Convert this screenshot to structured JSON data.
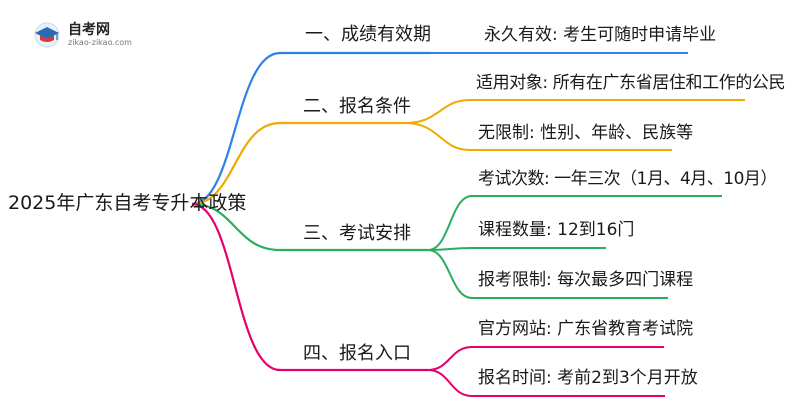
{
  "logo": {
    "title": "自考网",
    "url": "zikao-zikao.com"
  },
  "root": "2025年广东自考专升本政策",
  "branches": [
    {
      "label": "一、成绩有效期",
      "color": "#2f80ed",
      "leaves": [
        "永久有效: 考生可随时申请毕业"
      ]
    },
    {
      "label": "二、报名条件",
      "color": "#f2a900",
      "leaves": [
        "适用对象: 所有在广东省居住和工作的公民",
        "无限制: 性别、年龄、民族等"
      ]
    },
    {
      "label": "三、考试安排",
      "color": "#27ae60",
      "leaves": [
        "考试次数: 一年三次（1月、4月、10月）",
        "课程数量: 12到16门",
        "报考限制: 每次最多四门课程"
      ]
    },
    {
      "label": "四、报名入口",
      "color": "#e6006e",
      "leaves": [
        "官方网站: 广东省教育考试院",
        "报名时间: 考前2到3个月开放"
      ]
    }
  ]
}
